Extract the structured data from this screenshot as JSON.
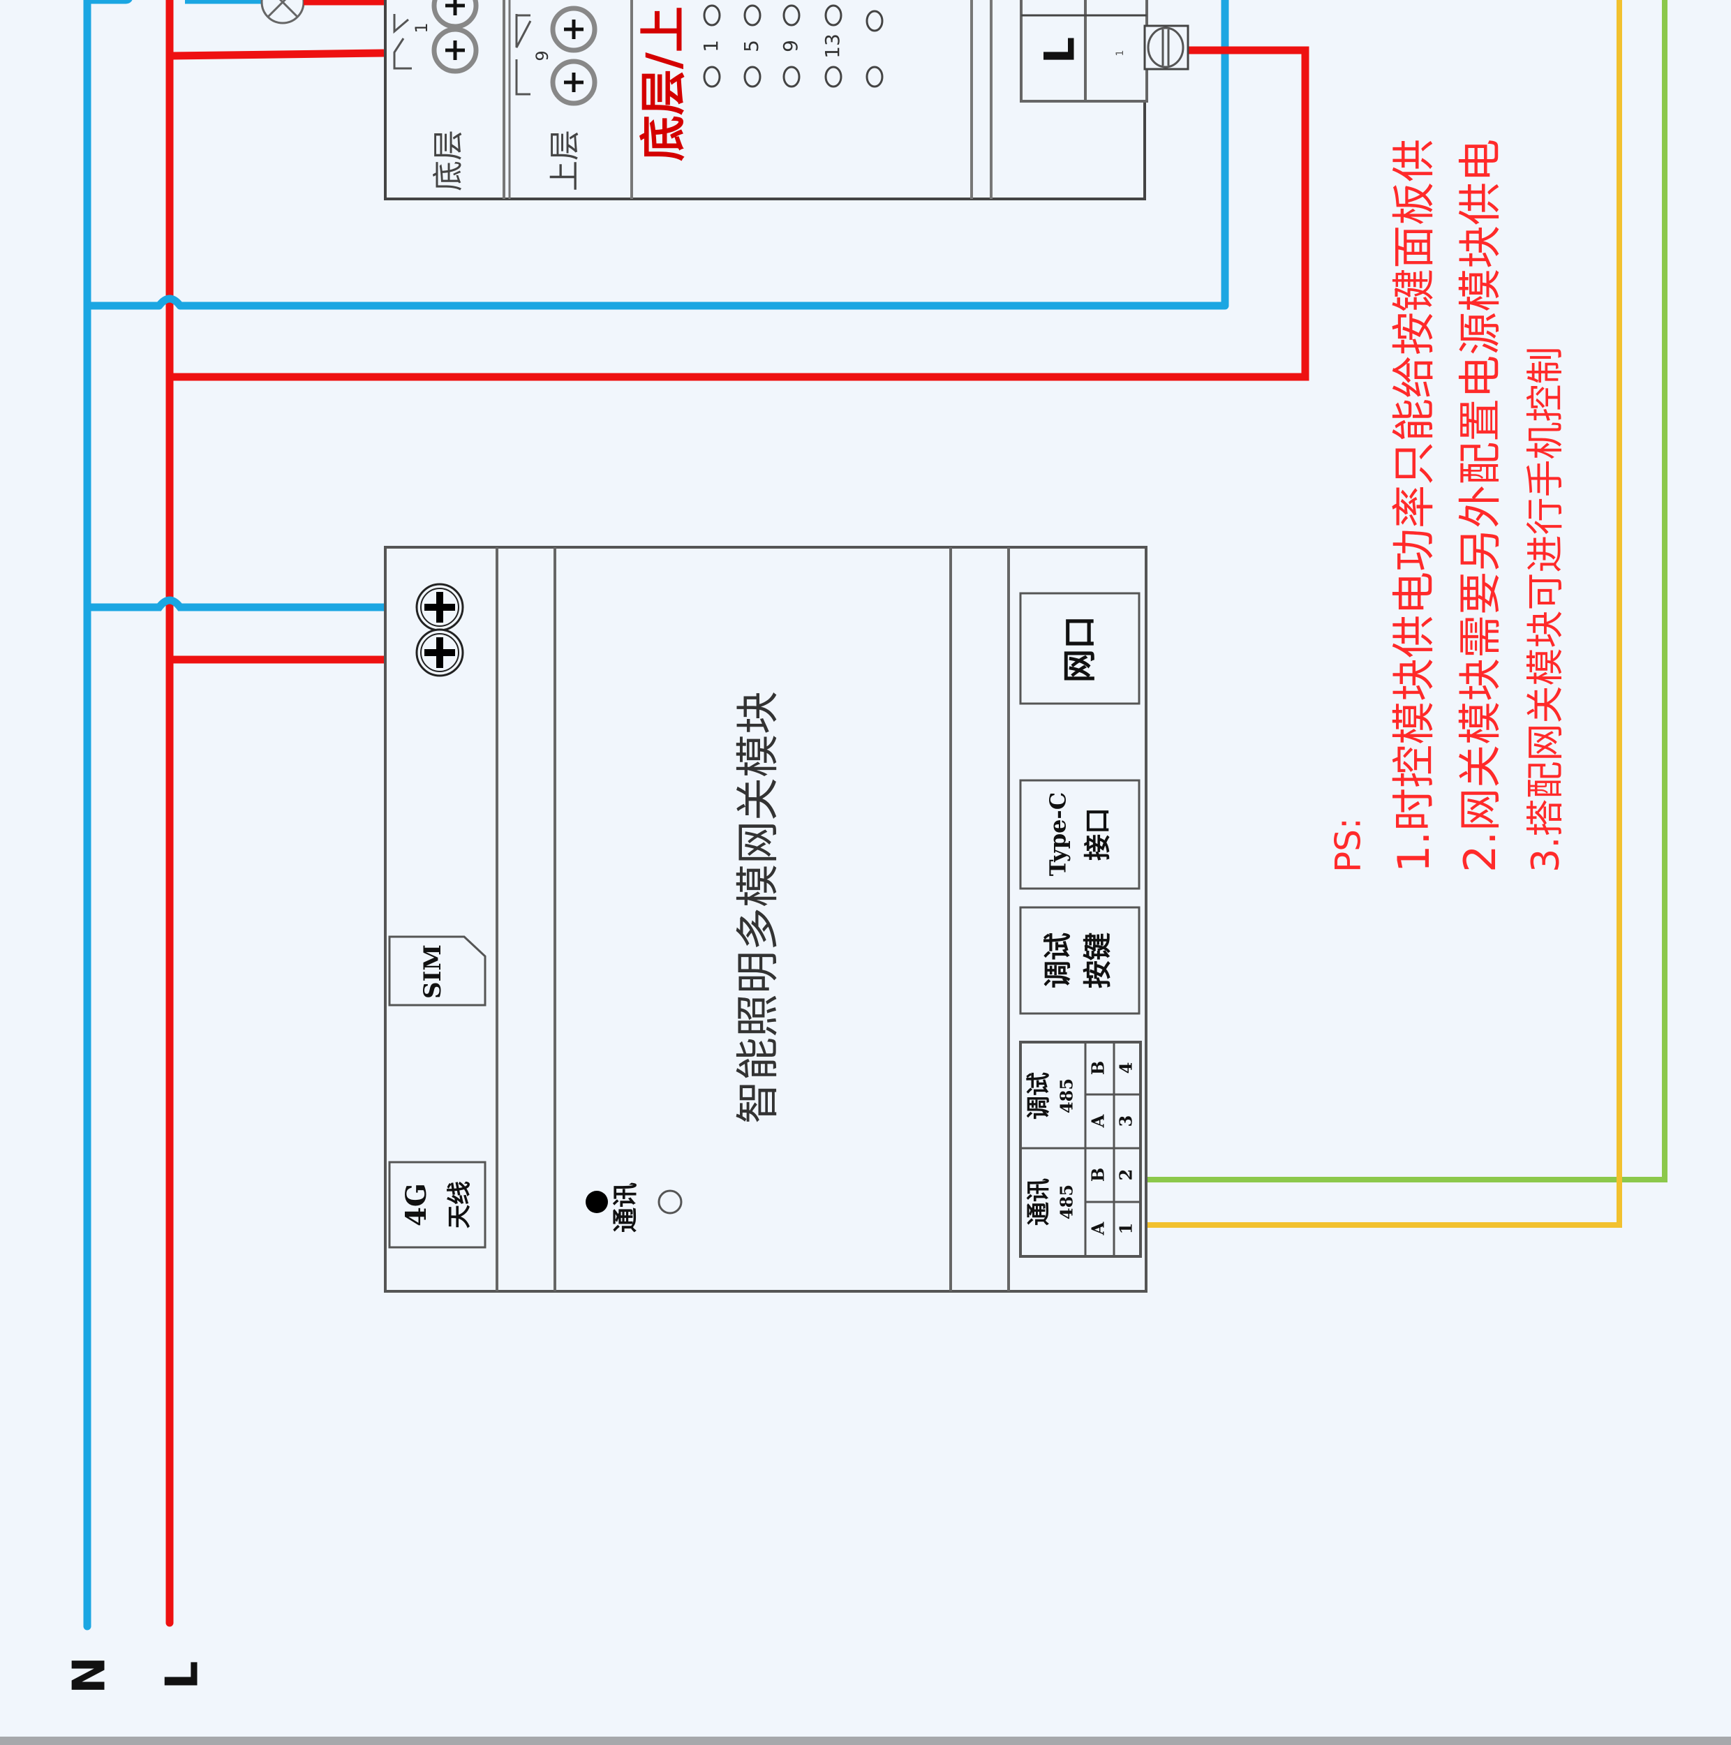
{
  "colors": {
    "background": "#f1f6fc",
    "neutral_wire": "#1ba6e2",
    "live_wire": "#ee1111",
    "rs485_a_wire": "#f2c12e",
    "rs485_b_wire": "#8cc84b",
    "outline": "#555555",
    "note_text": "#ff2a2a",
    "title_red": "#d40000"
  },
  "bus_labels": {
    "neutral": "N",
    "live": "L"
  },
  "timer_module": {
    "section_bottom_label": "底层",
    "section_top_label": "上层",
    "layer_title": "底层/上",
    "contact_1": "1",
    "contact_9": "9",
    "indicator_numbers": [
      "1",
      "5",
      "9",
      "13",
      ""
    ],
    "terminal_label": "L",
    "terminal_small_label": "1"
  },
  "gateway_module": {
    "title": "智能照明多模网关模块",
    "antenna_port": {
      "line1": "4G",
      "line2": "天线"
    },
    "sim_slot": "SIM",
    "status_led_label": "通讯",
    "ethernet_port": "网口",
    "typec_port": {
      "line1": "Type-C",
      "line2": "接口"
    },
    "debug_button": {
      "line1": "调试",
      "line2": "按键"
    },
    "terminal_block": {
      "groups": [
        {
          "name": "通讯",
          "sub": "485",
          "pins": [
            {
              "signal": "A",
              "number": "1"
            },
            {
              "signal": "B",
              "number": "2"
            }
          ]
        },
        {
          "name": "调试",
          "sub": "485",
          "pins": [
            {
              "signal": "A",
              "number": "3"
            },
            {
              "signal": "B",
              "number": "4"
            }
          ]
        }
      ]
    }
  },
  "notes": {
    "heading": "PS:",
    "items": [
      "1.时控模块供电功率只能给按键面板供",
      "2.网关模块需要另外配置电源模块供电",
      "3.搭配网关模块可进行手机控制"
    ]
  }
}
